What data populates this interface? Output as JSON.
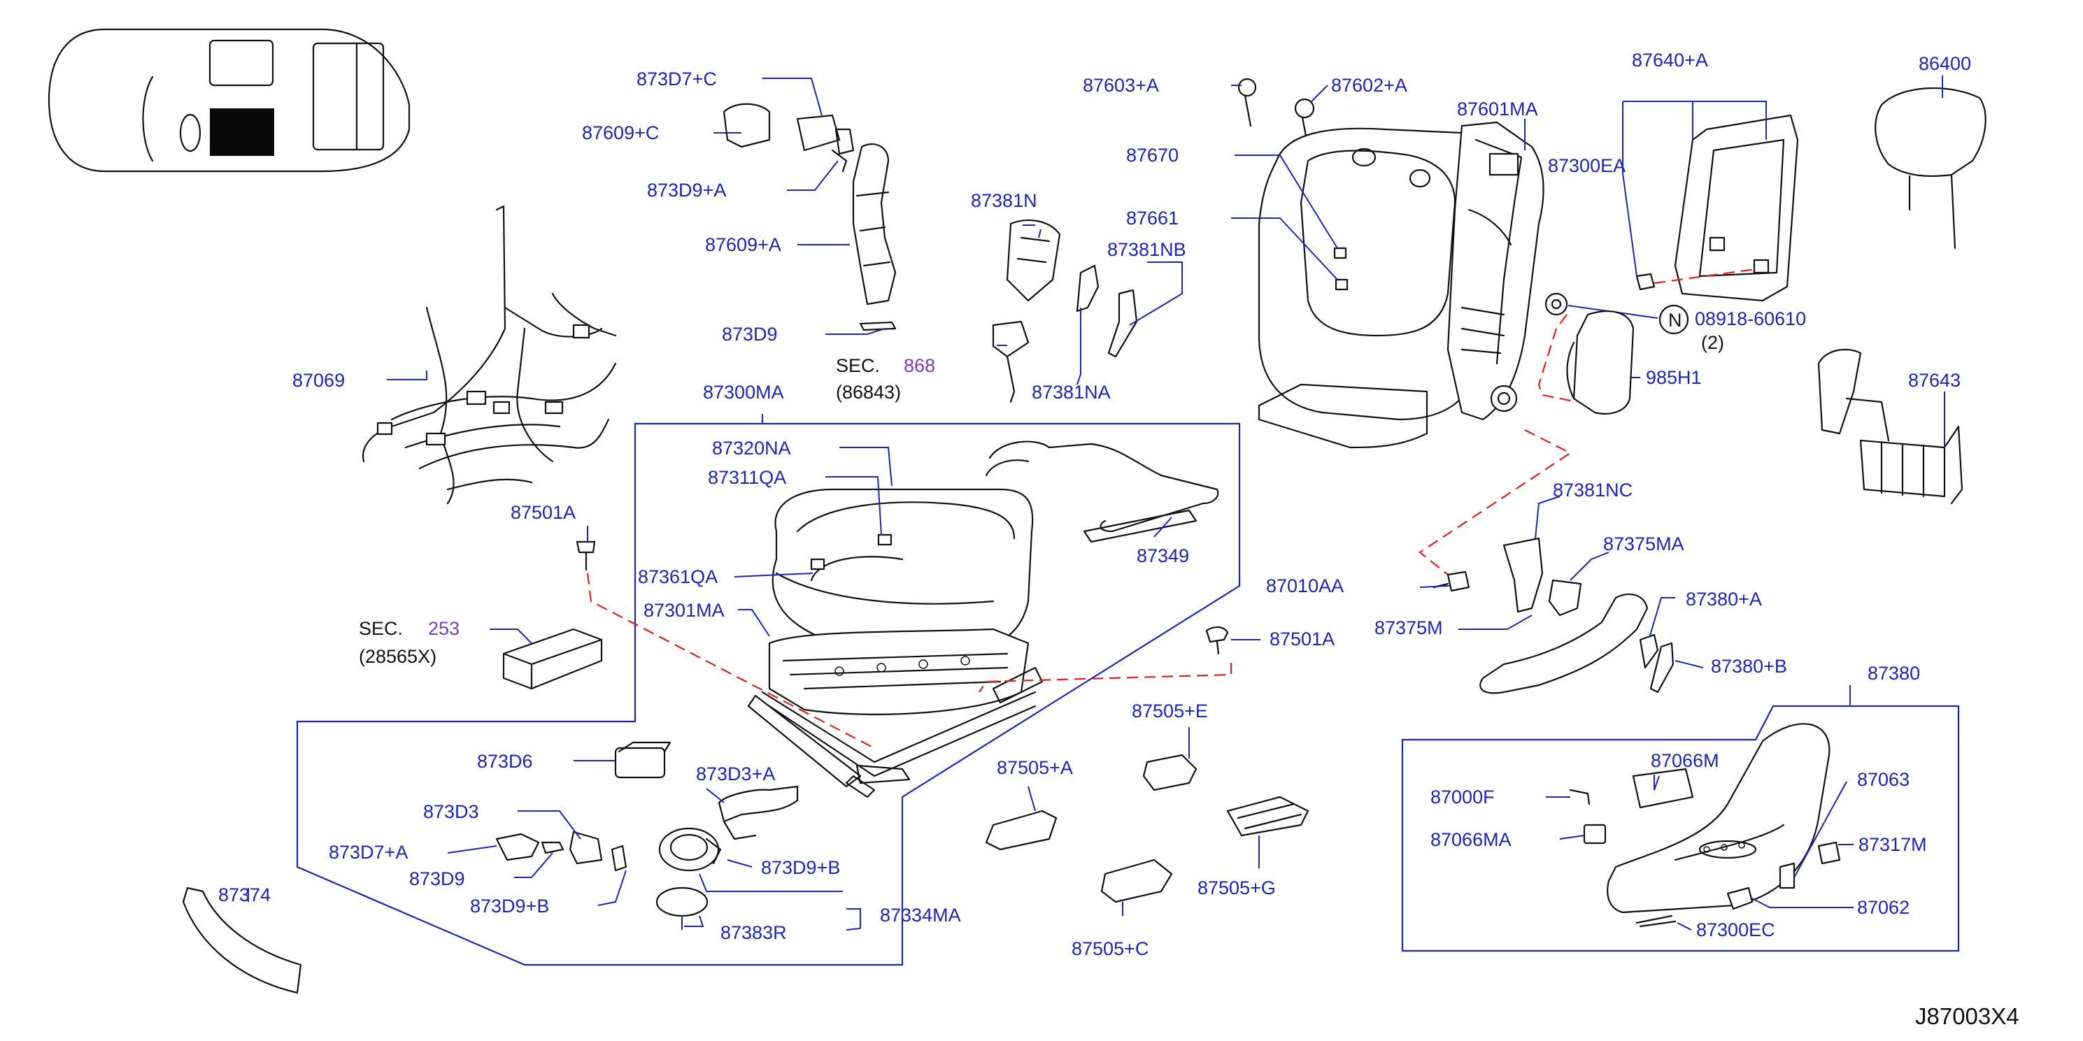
{
  "diagram_id": "J87003X4",
  "labels": {
    "l873D7C": "873D7+C",
    "l87609C": "87609+C",
    "l873D9A": "873D9+A",
    "l87609A": "87609+A",
    "l873D9": "873D9",
    "l87069": "87069",
    "l87300MA": "87300MA",
    "l87501A_l": "87501A",
    "l87603A": "87603+A",
    "l87602A": "87602+A",
    "l87670": "87670",
    "l87661": "87661",
    "l87381N": "87381N",
    "l87381NB": "87381NB",
    "l87381NA": "87381NA",
    "l87601MA": "87601MA",
    "l87640A": "87640+A",
    "l87300EA": "87300EA",
    "l86400": "86400",
    "l08918": "08918-60610",
    "l985H1": "985H1",
    "l87643": "87643",
    "l87320NA": "87320NA",
    "l87311QA": "87311QA",
    "l87361QA": "87361QA",
    "l87301MA": "87301MA",
    "l87349": "87349",
    "l87381NC": "87381NC",
    "l87375MA": "87375MA",
    "l87010AA": "87010AA",
    "l87375M": "87375M",
    "l87380A": "87380+A",
    "l87380B": "87380+B",
    "l87501A_r": "87501A",
    "l87505E": "87505+E",
    "l87505A": "87505+A",
    "l87505G": "87505+G",
    "l87505C": "87505+C",
    "l873D6": "873D6",
    "l873D3A": "873D3+A",
    "l873D3": "873D3",
    "l873D7A": "873D7+A",
    "l873D9b": "873D9",
    "l873D9B_l": "873D9+B",
    "l873D9B_r": "873D9+B",
    "l87334MA": "87334MA",
    "l87383R": "87383R",
    "l87374": "87374",
    "l87380": "87380",
    "l87066M": "87066M",
    "l87000F": "87000F",
    "l87063": "87063",
    "l87066MA": "87066MA",
    "l87317M": "87317M",
    "l87062": "87062",
    "l87300EC": "87300EC"
  },
  "sections": {
    "sec868": {
      "prefix": "SEC.",
      "number": "868",
      "ref": "(86843)"
    },
    "sec253": {
      "prefix": "SEC.",
      "number": "253",
      "ref": "(28565X)"
    }
  },
  "qty_note": "(2)",
  "n_symbol": "N",
  "colors": {
    "label": "#1c25b8",
    "section_number": "#7a3cc0",
    "dashed_ref": "#e02020",
    "ink": "#111111"
  }
}
